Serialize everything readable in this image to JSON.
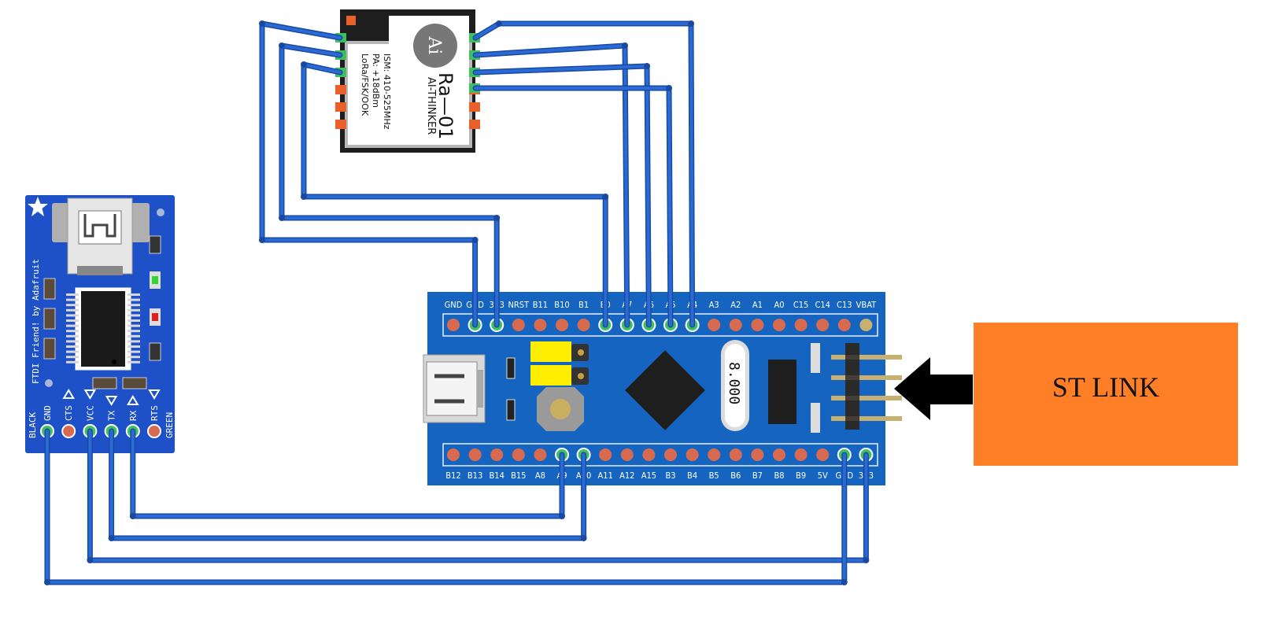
{
  "colors": {
    "wire": "#2a6ad4",
    "wire_edge": "#1a4aa0",
    "bluepill_board": "#1565c0",
    "ftdi_board": "#1e50c8",
    "stlink_box": "#ff7f27",
    "pin_pad": "#d86a50",
    "pin_connected": "#3fbf5f",
    "lora_module": "#1e1e1e"
  },
  "ftdi": {
    "brand_text": "FTDI Friend! by Adafruit",
    "pins": [
      {
        "label": "GND",
        "arrow": "none"
      },
      {
        "label": "CTS",
        "arrow": "up"
      },
      {
        "label": "VCC",
        "arrow": "down"
      },
      {
        "label": "TX",
        "arrow": "down"
      },
      {
        "label": "RX",
        "arrow": "up"
      },
      {
        "label": "RTS",
        "arrow": "down"
      }
    ],
    "side_left": "BLACK",
    "side_right": "GREEN"
  },
  "lora": {
    "model": "Ra—01",
    "maker": "AI-THINKER",
    "specs": [
      "ISM: 410-525MHz",
      "PA: +18dBm",
      "LoRa/FSK/OOK"
    ],
    "logo": "Ai"
  },
  "bluepill": {
    "top_labels": [
      "GND",
      "GND",
      "3V3",
      "NRST",
      "B11",
      "B10",
      "B1",
      "B0",
      "A7",
      "A6",
      "A5",
      "A4",
      "A3",
      "A2",
      "A1",
      "A0",
      "C15",
      "C14",
      "C13",
      "VBAT"
    ],
    "bottom_labels": [
      "B12",
      "B13",
      "B14",
      "B15",
      "A8",
      "A9",
      "A10",
      "A11",
      "A12",
      "A15",
      "B3",
      "B4",
      "B5",
      "B6",
      "B7",
      "B8",
      "B9",
      "5V",
      "GND",
      "3V3"
    ],
    "crystal_text": "8.000",
    "top_connected": [
      1,
      2,
      7,
      8,
      9,
      10,
      11
    ],
    "bottom_connected": [
      5,
      6,
      18,
      19
    ]
  },
  "stlink": {
    "label": "ST LINK"
  },
  "icons": [
    "usb-connector-icon",
    "star-logo-icon",
    "arrow-left-icon",
    "ai-logo-icon"
  ]
}
